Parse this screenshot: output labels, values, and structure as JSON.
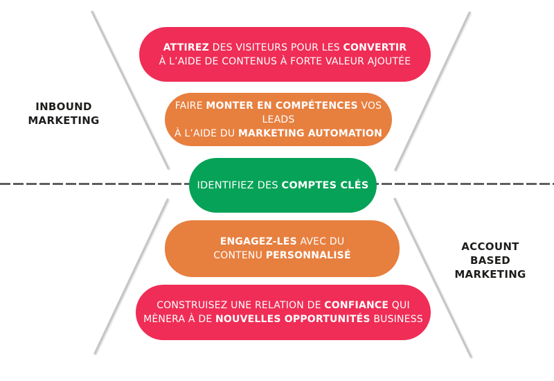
{
  "labels": {
    "inbound": {
      "line1": "INBOUND",
      "line2": "MARKETING"
    },
    "abm": {
      "line1": "ACCOUNT",
      "line2": "BASED",
      "line3": "MARKETING"
    }
  },
  "pills": [
    {
      "name": "attract-visitors",
      "color": "#EF2D56",
      "line1": {
        "b1": "ATTIREZ",
        "r1": " DES VISITEURS POUR LES ",
        "b2": "CONVERTIR"
      },
      "line2": {
        "r1": "À L’AIDE DE CONTENUS À FORTE VALEUR AJOUTÉE"
      }
    },
    {
      "name": "nurture-leads",
      "color": "#E77F3F",
      "line1": {
        "r1": "FAIRE ",
        "b1": "MONTER EN COMPÉTENCES",
        "r2": " VOS LEADS"
      },
      "line2": {
        "r1": "À L’AIDE DU ",
        "b1": "MARKETING AUTOMATION"
      }
    },
    {
      "name": "identify-key-accounts",
      "color": "#05A257",
      "line1": {
        "r1": "IDENTIFIEZ DES ",
        "b1": "COMPTES CLÉS"
      }
    },
    {
      "name": "engage-personalized-content",
      "color": "#E77F3F",
      "line1": {
        "b1": "ENGAGEZ-LES",
        "r1": " AVEC DU"
      },
      "line2": {
        "r1": "CONTENU ",
        "b1": "PERSONNALISÉ"
      }
    },
    {
      "name": "build-trust-relationship",
      "color": "#EF2D56",
      "line1": {
        "r1": "CONSTRUISEZ UNE RELATION DE ",
        "b1": "CONFIANCE",
        "r2": " QUI"
      },
      "line2": {
        "r1": "MÈNERA À DE ",
        "b1": "NOUVELLES OPPORTUNITÉS",
        "r2": " BUSINESS"
      }
    }
  ],
  "colors": {
    "pink": "#EF2D56",
    "orange": "#E77F3F",
    "green": "#05A257",
    "guide_line_gray": "#C6C6C6",
    "dashed_line_gray": "#5E5E5E",
    "label_black": "#1D1D1B",
    "text_white": "#FFFFFF"
  }
}
